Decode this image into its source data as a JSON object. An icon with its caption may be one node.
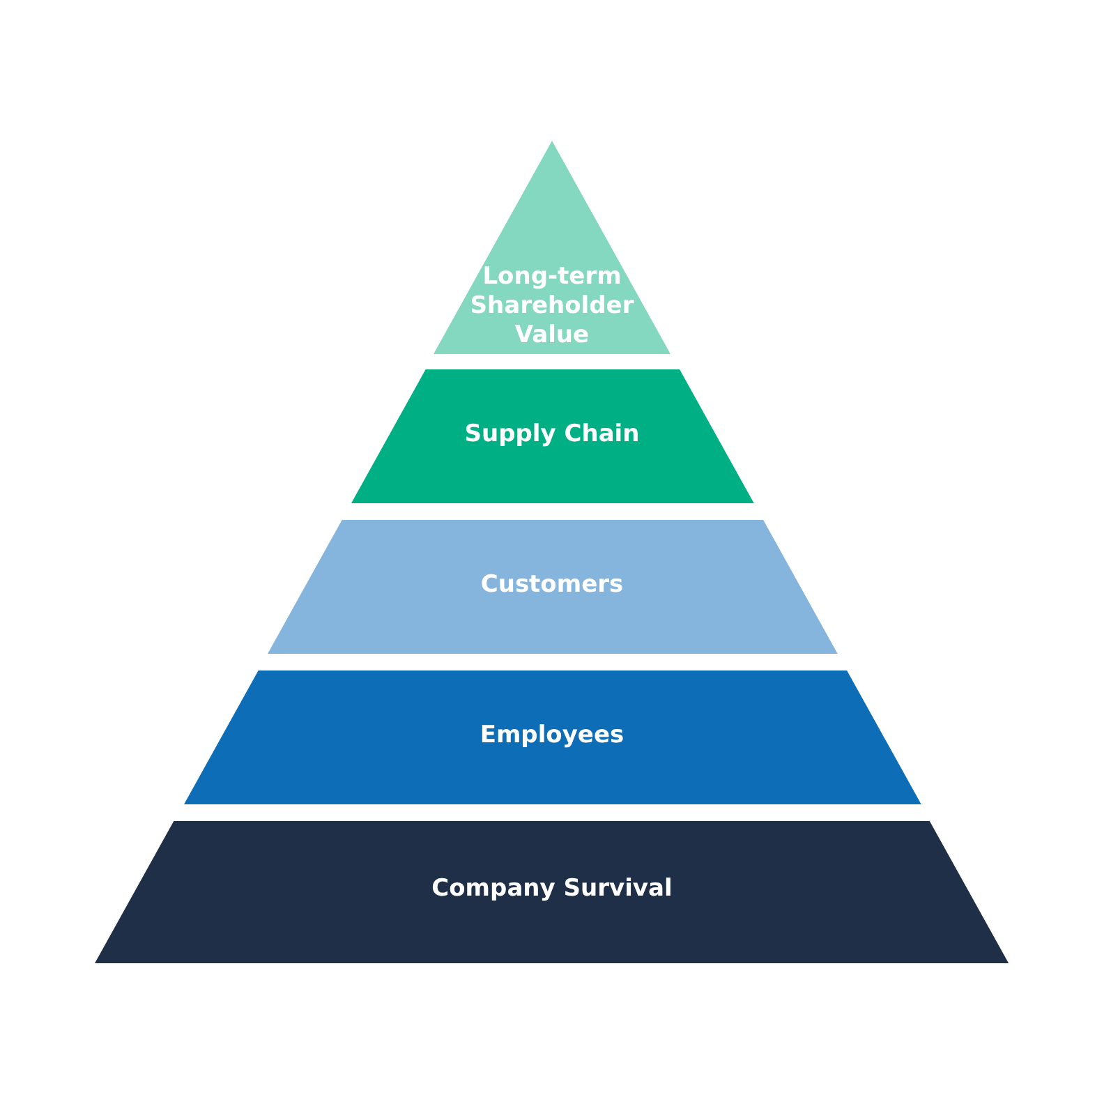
{
  "diagram": {
    "nodes": [
      {
        "text": [
          "Long-term Shareholder Value"
        ]
      },
      {
        "text": [
          "Supply Chain"
        ]
      },
      {
        "text": [
          "Customers"
        ]
      },
      {
        "text": [
          "Employees"
        ]
      },
      {
        "text": [
          "Company Survival"
        ]
      }
    ]
  }
}
